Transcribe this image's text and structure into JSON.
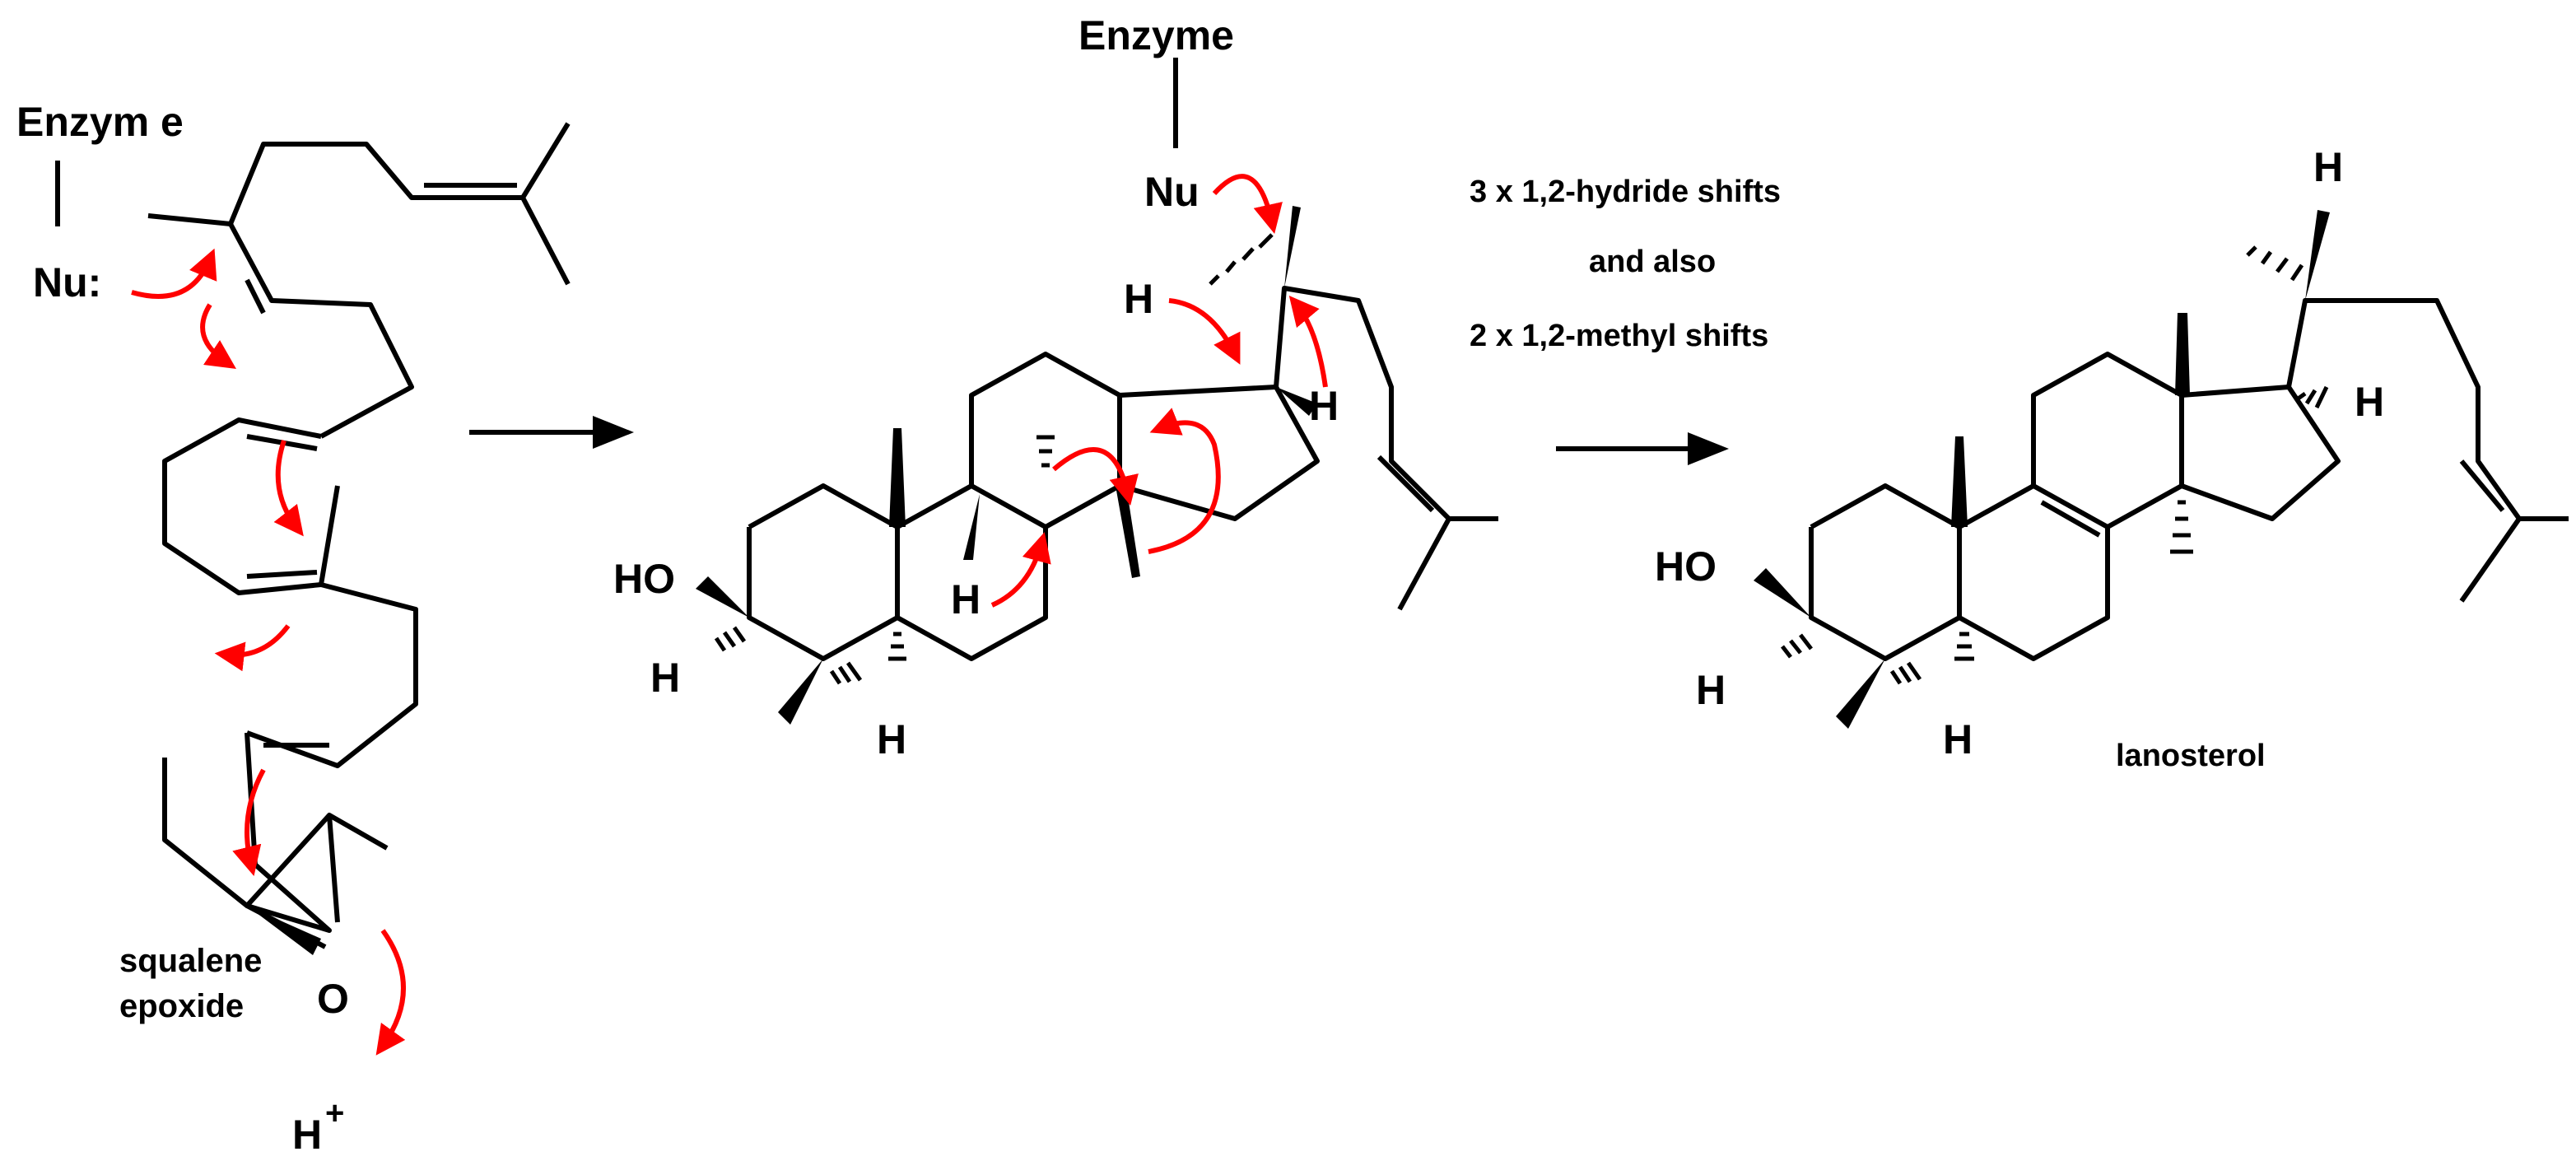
{
  "labels": {
    "enzyme_left": "Enzym e",
    "nu_left": "Nu:",
    "squalene_line1": "squalene",
    "squalene_line2": "epoxide",
    "oxygen": "O",
    "proton": "H",
    "proton_charge": "+",
    "enzyme_mid": "Enzyme",
    "nu_mid": "Nu",
    "h_top_mid": "H",
    "h_right_mid": "H",
    "h_center_mid": "H",
    "ho_mid": "HO",
    "h3_mid": "H",
    "h5_mid": "H",
    "shift_line1": "3 x 1,2-hydride shifts",
    "shift_line2": "and also",
    "shift_line3": "2 x 1,2-methyl shifts",
    "h_top_right": "H",
    "h17_right": "H",
    "ho_right": "HO",
    "h3_right": "H",
    "h5_right": "H",
    "product_name": "lanosterol"
  },
  "colors": {
    "bond": "#000000",
    "electron_arrow": "#ff0000",
    "background": "#ffffff"
  }
}
